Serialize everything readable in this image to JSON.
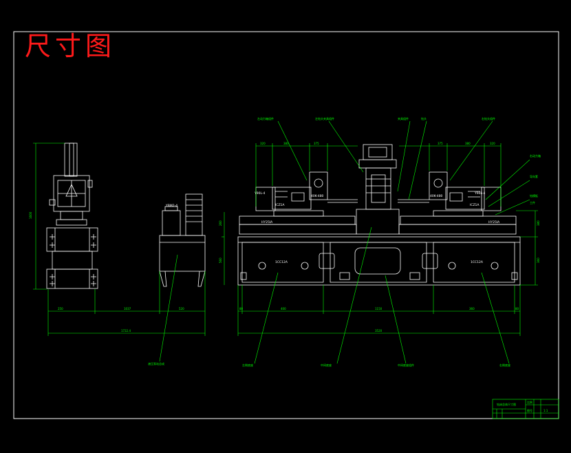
{
  "title": "尺寸图",
  "colors": {
    "background": "#000000",
    "frame": "#ffffff",
    "dimension": "#00ff00",
    "title": "#ff1a1a"
  },
  "left_view": {
    "height_dim": "1600",
    "dim_left": "250",
    "dim_mid": "1037",
    "dim_right": "520",
    "total": "1722.4",
    "unit_label": "YBM2-4",
    "callout": "液压泵站总成"
  },
  "main_view": {
    "top_dims": [
      "320",
      "380",
      "375",
      "375",
      "380",
      "320"
    ],
    "bottom_dims": [
      "80",
      "400",
      "1150",
      "360",
      "80"
    ],
    "total": "3520",
    "left_height": "260",
    "left_height2": "560",
    "right_height": "380",
    "right_height2": "360",
    "motor_left": "Y90L-4",
    "motor_right": "Y90L-4",
    "head_left": "ICZ1A",
    "head_right": "ICZ1A",
    "slide_left": "HY25IA",
    "slide_right": "HY25IA",
    "base_left": "1CC12A",
    "base_right": "1CC12A",
    "gear_left": "40K-480",
    "gear_right": "40K-480",
    "callouts_top": [
      "左动力箱组件",
      "左钻头夹具组件",
      "夹具组件",
      "钻头",
      "右钻头组件",
      "右动力箱"
    ],
    "callouts_right": [
      "导向套",
      "钻模板",
      "工件"
    ],
    "callouts_bottom": [
      "左侧底座",
      "中间底座",
      "中间底座组件",
      "右侧底座"
    ]
  },
  "title_block": {
    "name": "钻床总体尺寸图",
    "cell_a": "比例",
    "cell_b": "1:1",
    "cell_c": "图号"
  }
}
